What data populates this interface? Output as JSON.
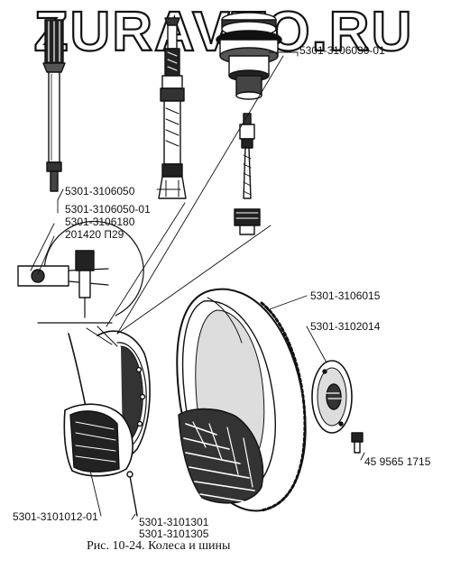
{
  "watermark": "ZURAVTO.RU",
  "caption": "Рис. 10-24. Колеса и шины",
  "part_labels": {
    "valve_cap_assembly": "5301-3106030-01",
    "valve_rod": "5301-3106050",
    "valve_rod_variant": "5301-3106050-01",
    "valve_extension": "5301-3106180",
    "valve_nut": "201420 П29",
    "tire": "5301-3106015",
    "wheel_cap": "5301-3102014",
    "wheel_bolt": "45 9565 1715",
    "wheel_rim": "5301-3101012-01",
    "rim_pin": "5301-3101301",
    "rim_pin_alt": "5301-3101305"
  }
}
